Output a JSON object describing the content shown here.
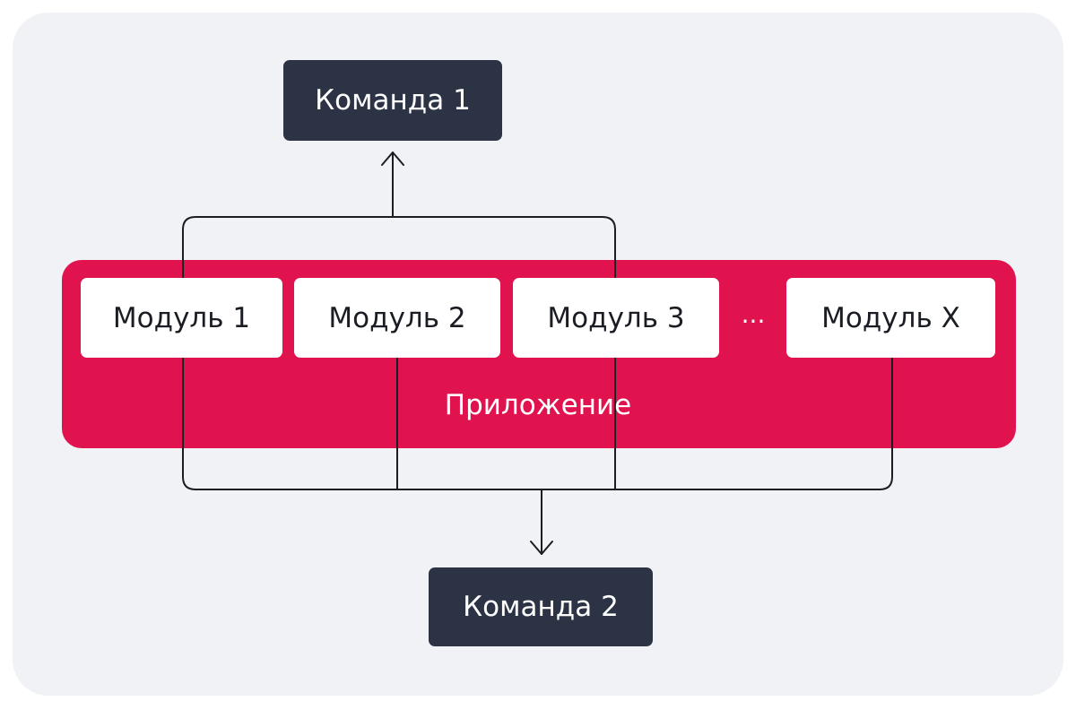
{
  "teams": {
    "team1": "Команда 1",
    "team2": "Команда 2"
  },
  "application": {
    "label": "Приложение",
    "modules": [
      "Модуль 1",
      "Модуль 2",
      "Модуль 3",
      "Модуль X"
    ],
    "ellipsis": "..."
  },
  "colors": {
    "team_box": "#2c3345",
    "application": "#e0134f",
    "module_box": "#ffffff",
    "connector": "#1b1d24",
    "background": "#f1f2f6"
  }
}
